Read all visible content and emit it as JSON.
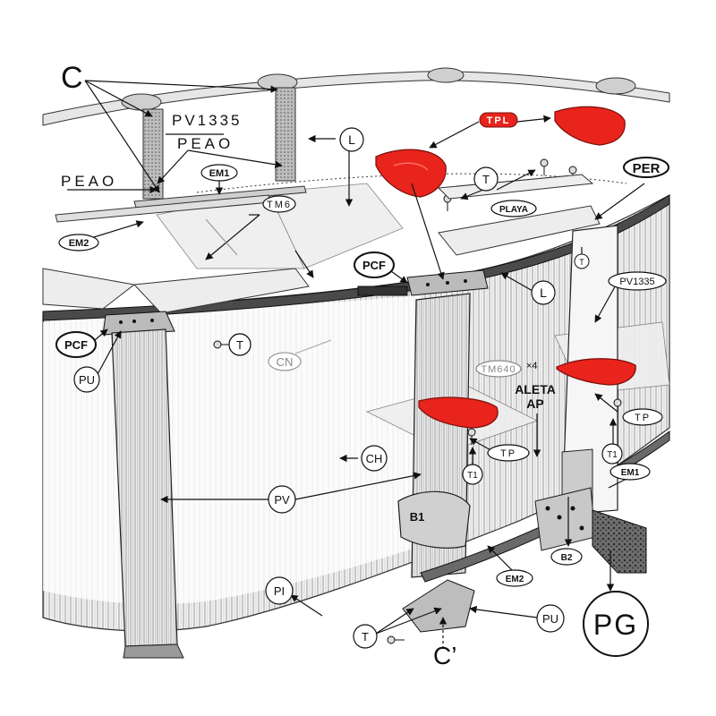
{
  "labels": {
    "c": "C",
    "pv1335_top": "PV1335",
    "peao_upper": "PEAO",
    "peao_left": "PEAO",
    "em1_top": "EM1",
    "em2_left": "EM2",
    "tm6": "TM6",
    "l_top": "L",
    "tpl": "TPL",
    "t_top": "T",
    "playa": "PLAYA",
    "per": "PER",
    "t_per": "T",
    "pv1335_right": "PV1335",
    "pcf_center": "PCF",
    "l_mid": "L",
    "pcf_left": "PCF",
    "pu_left": "PU",
    "t_left": "T",
    "cn": "CN",
    "tm640": "TM640",
    "x4": "×4",
    "aleta": "ALETA",
    "ap": "AP",
    "tp_center": "TP",
    "tp_right": "TP",
    "t1_center": "T1",
    "t1_right": "T1",
    "ch": "CH",
    "em1_right": "EM1",
    "pv": "PV",
    "b1": "B1",
    "b2": "B2",
    "em2_bottom": "EM2",
    "pg": "PG",
    "pi": "PI",
    "pu_bottom": "PU",
    "t_bottom": "T",
    "c_prime": "C’"
  },
  "colors": {
    "accent_red": "#e8241c",
    "steel": "#d9d9d9",
    "dark_rail": "#555555",
    "outline": "#1a1a1a"
  }
}
